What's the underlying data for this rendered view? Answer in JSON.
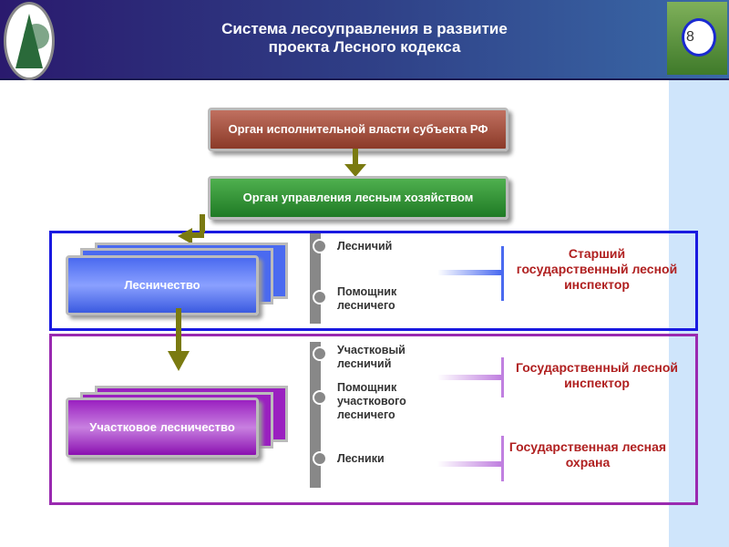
{
  "header": {
    "title_line1": "Система лесоуправления в развитие",
    "title_line2": "проекта Лесного кодекса",
    "page_number": "8"
  },
  "boxes": {
    "executive": "Орган исполнительной власти субъекта РФ",
    "management": "Орган управления лесным хозяйством",
    "forestry": "Лесничество",
    "district_forestry": "Участковое лесничество"
  },
  "panel1": {
    "roles": [
      "Лесничий",
      "Помощник лесничего"
    ],
    "inspector": "Старший государственный лесной инспектор"
  },
  "panel2": {
    "roles": [
      "Участковый лесничий",
      "Помощник участкового лесничего",
      "Лесники"
    ],
    "inspector": "Государственный лесной инспектор",
    "guard": "Государственная лесная охрана"
  },
  "colors": {
    "header": "#2f3f86",
    "panel1": "#1a1ae0",
    "panel2": "#9a2ab0"
  }
}
